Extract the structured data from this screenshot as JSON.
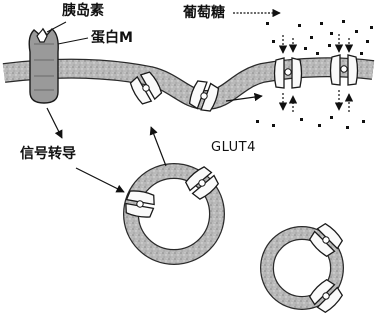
{
  "labels": {
    "insulin": "胰岛素",
    "protein_m": "蛋白M",
    "glucose": "葡萄糖",
    "signal": "信号转导",
    "glut4": "GLUT4"
  }
}
